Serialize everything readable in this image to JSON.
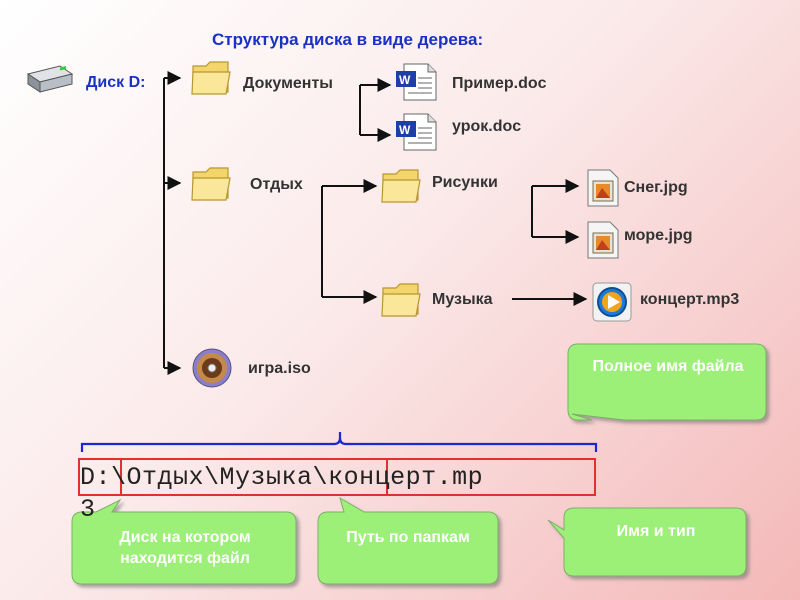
{
  "title": "Структура диска в виде дерева:",
  "tree": {
    "disk": "Диск D:",
    "documents": "Документы",
    "rest": "Отдых",
    "game": "игра.iso",
    "example_doc": "Пример.doc",
    "lesson_doc": "урок.doc",
    "pictures": "Рисунки",
    "music": "Музыка",
    "snow_jpg": "Снег.jpg",
    "sea_jpg": "море.jpg",
    "concert_mp3": "концерт.mp3"
  },
  "path": {
    "drive": "D:",
    "folders": "\\Отдых\\Музыка\\",
    "file_line1": "концерт.mp",
    "file_line2": "3"
  },
  "callouts": {
    "full_name": "Полное имя файла",
    "name_type": "Имя и тип",
    "disk_where": "Диск на котором находится файл",
    "folder_path": "Путь по папкам"
  },
  "colors": {
    "title": "#1a31c4",
    "callout_fill": "#9cf078",
    "callout_text": "#ffffff",
    "highlight_box": "#e0302f",
    "brace": "#1a2ad0"
  }
}
